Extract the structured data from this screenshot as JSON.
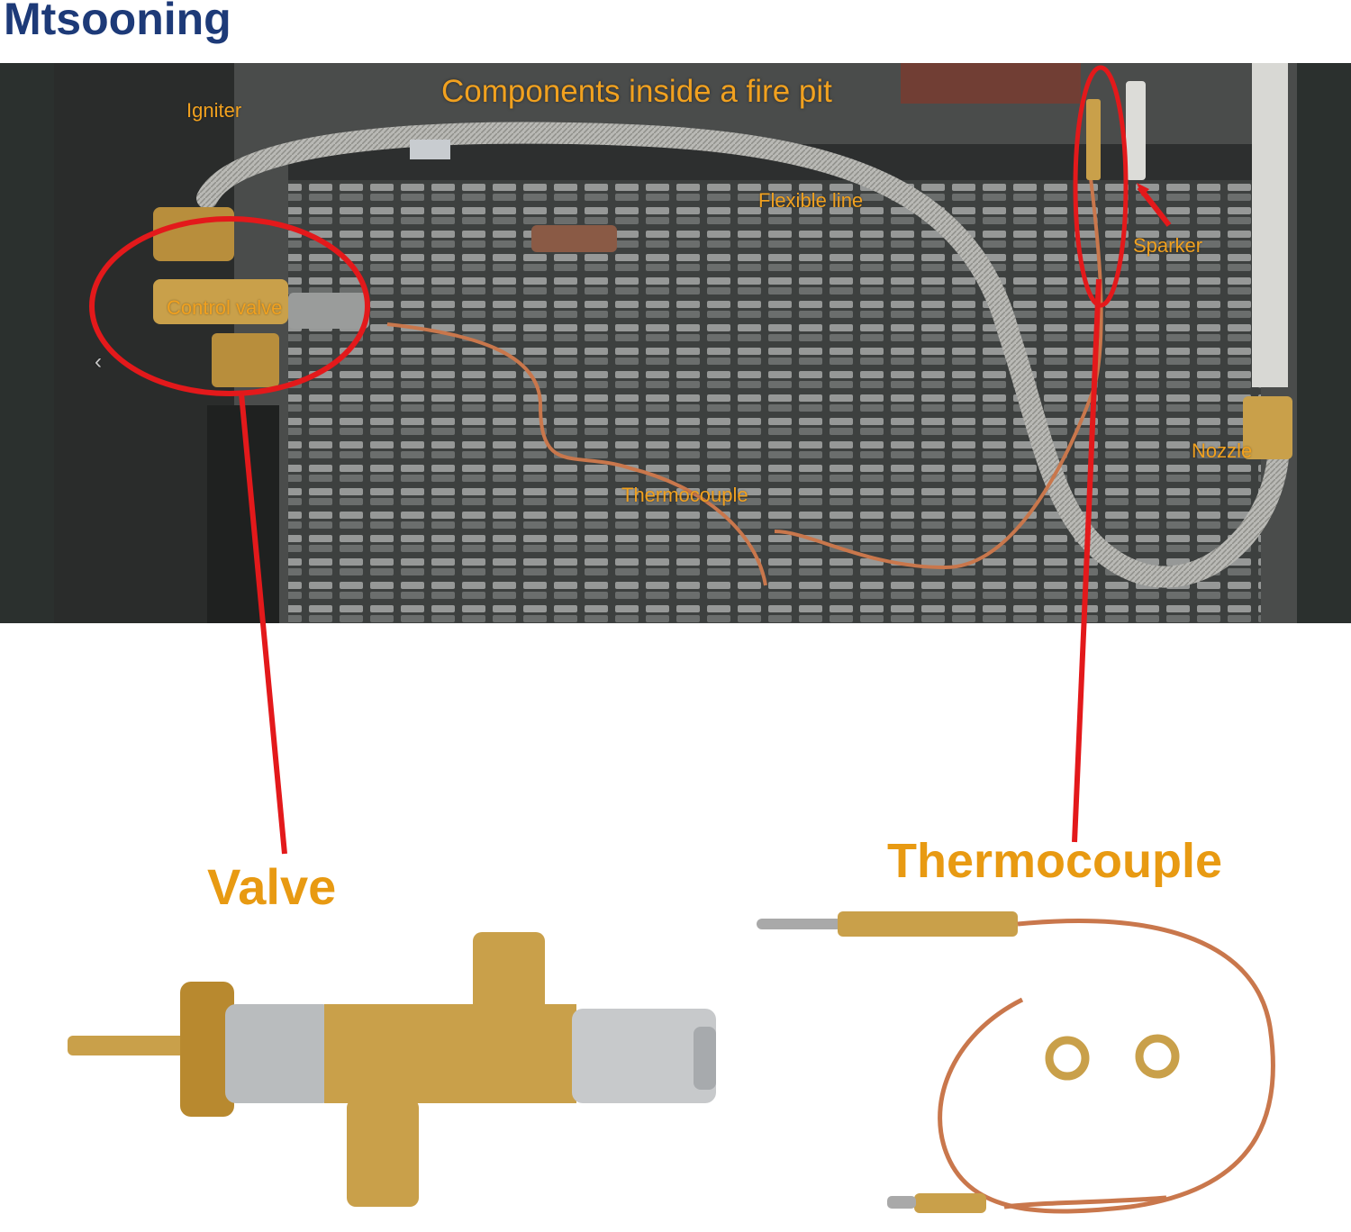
{
  "brand": "Mtsooning",
  "photo": {
    "title": "Components inside a fire pit",
    "labels": {
      "igniter": "Igniter",
      "flexible_line": "Flexible line",
      "sparker": "Sparker",
      "control_valve": "Control valve",
      "thermocouple": "Thermocouple",
      "nozzle": "Nozzle"
    },
    "nav_arrow": "‹"
  },
  "callouts": {
    "valve": "Valve",
    "thermocouple": "Thermocouple"
  },
  "colors": {
    "brand": "#1d3a78",
    "label_orange": "#f1a11f",
    "callout_orange": "#e89a12",
    "highlight_red": "#e3191b",
    "brass": "#c9a04a",
    "copper": "#c9774c"
  },
  "icons": {
    "photo_nav": "chevron-left-icon",
    "valve_product": "valve-photo",
    "thermocouple_product": "thermocouple-photo"
  }
}
